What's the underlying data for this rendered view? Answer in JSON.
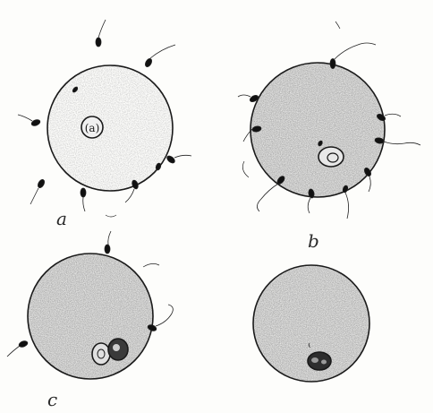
{
  "panels": [
    {
      "id": "a",
      "label": "a",
      "nucleus_text": "(a)"
    },
    {
      "id": "b",
      "label": "b"
    },
    {
      "id": "c",
      "label": "c"
    },
    {
      "id": "d"
    }
  ],
  "colors": {
    "paper": "#fdfdfb",
    "ink": "#1a1a1a",
    "stipple_light": "#d8d8d8",
    "stipple_dark": "#9a9a9a"
  }
}
